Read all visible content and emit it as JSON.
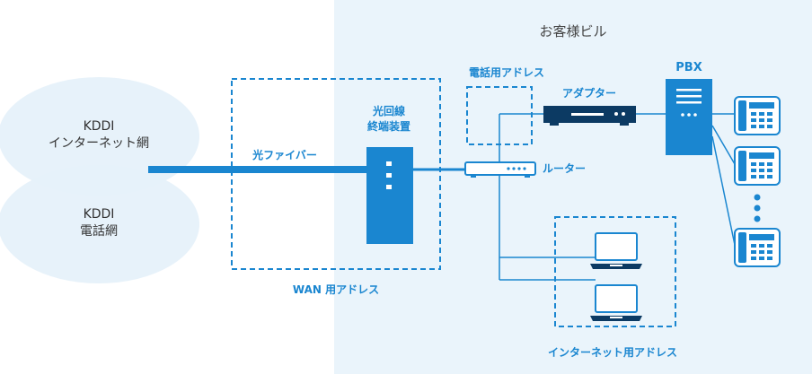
{
  "customer_building": {
    "label": "お客様ビル"
  },
  "networks": [
    {
      "line1": "KDDI",
      "line2": "インターネット網"
    },
    {
      "line1": "KDDI",
      "line2": "電話網"
    }
  ],
  "fiber": {
    "label": "光ファイバー"
  },
  "ont": {
    "line1": "光回線",
    "line2": "終端装置"
  },
  "wan_zone": {
    "label": "WAN 用アドレス"
  },
  "phone_zone": {
    "label": "電話用アドレス"
  },
  "adapter": {
    "label": "アダプター"
  },
  "router": {
    "label": "ルーター"
  },
  "pbx": {
    "label": "PBX"
  },
  "internet_zone": {
    "label": "インターネット用アドレス"
  },
  "colors": {
    "accent": "#1a86d0",
    "building_bg": "#eaf4fb",
    "cloud": "#e6f1fa",
    "text": "#333333",
    "device_dark": "#0c3a63"
  },
  "icons": {
    "ont": "ont-device-icon",
    "router": "router-icon",
    "adapter": "adapter-icon",
    "pbx": "pbx-server-icon",
    "phone": "telephone-icon",
    "laptop": "laptop-icon"
  }
}
